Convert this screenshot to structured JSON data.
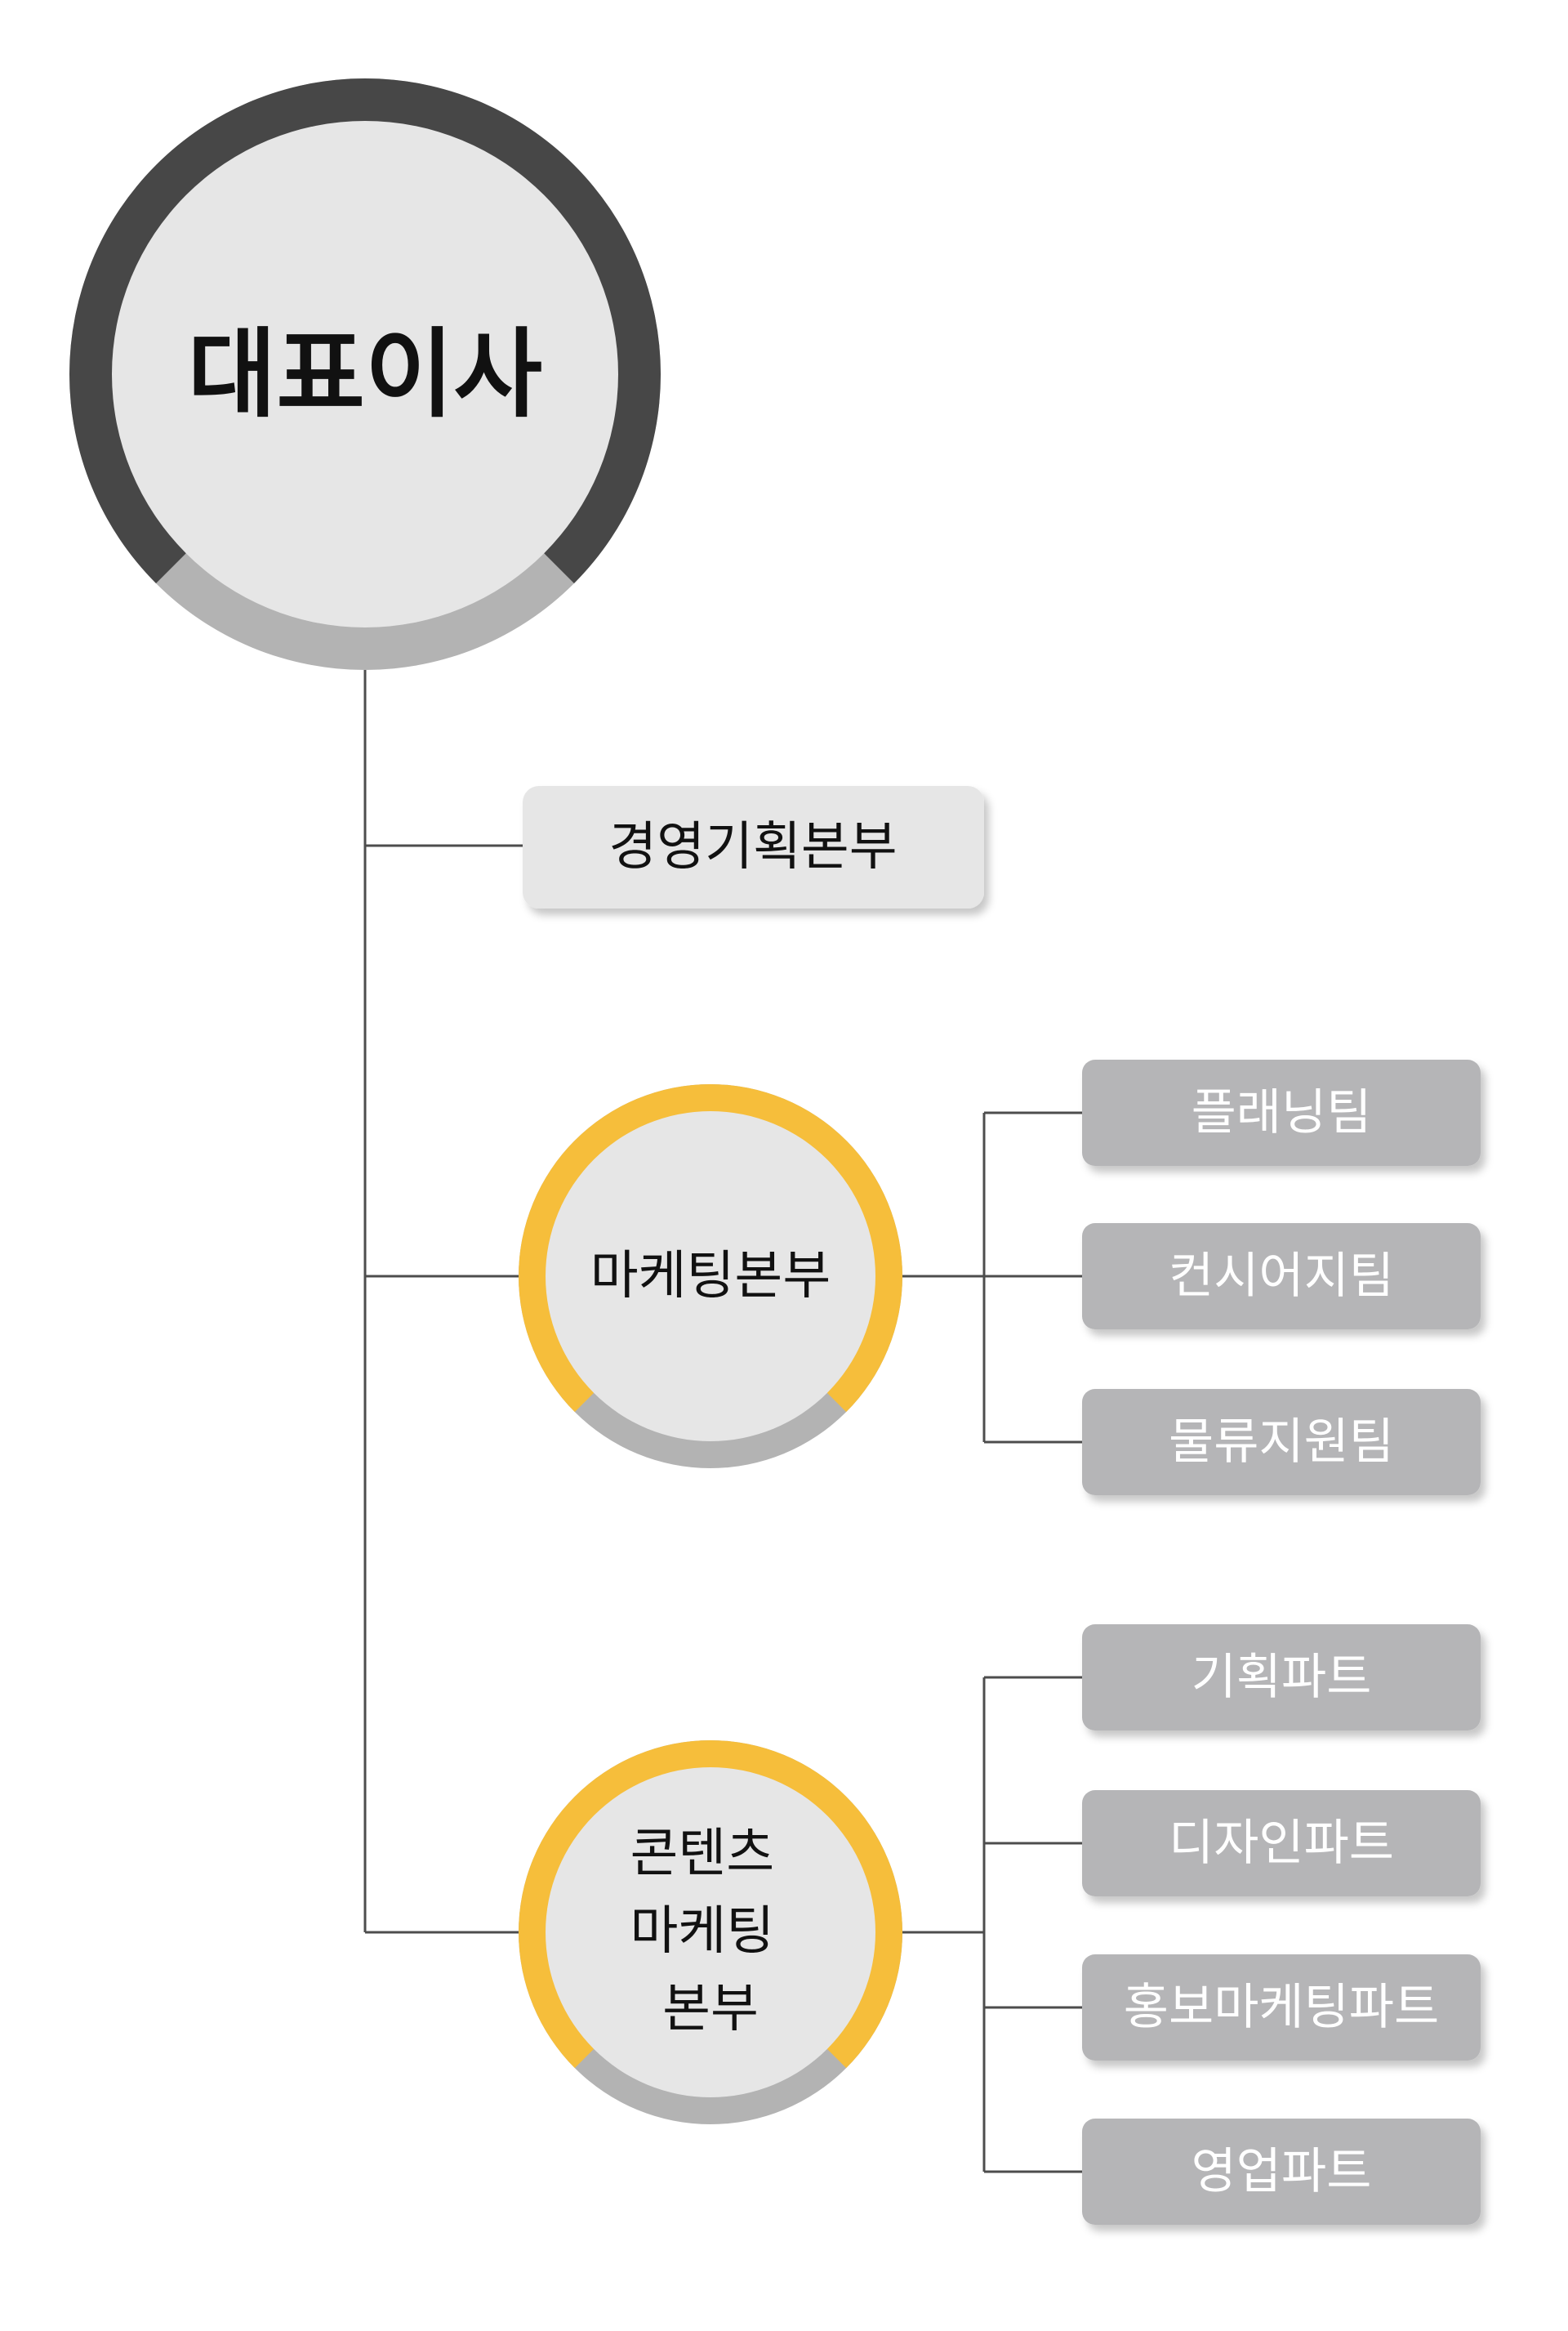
{
  "colors": {
    "ceo_ring": "#474747",
    "ceo_ring_bottom": "#b3b3b3",
    "division_ring": "#f6be3b",
    "division_ring_bottom": "#b3b3b3",
    "circle_fill": "#e6e6e6",
    "planning_box": "#e6e6e6",
    "team_box": "#b5b5b7",
    "line": "#4d4d4d"
  },
  "ceo": {
    "label": "대표이사"
  },
  "planning_division": {
    "label": "경영기획본부"
  },
  "marketing_division": {
    "label": "마케팅본부",
    "teams": [
      "플래닝팀",
      "컨시어지팀",
      "물류지원팀"
    ]
  },
  "content_division": {
    "label_lines": [
      "콘텐츠",
      "마케팅",
      "본부"
    ],
    "parts": [
      "기획파트",
      "디자인파트",
      "홍보마케팅파트",
      "영업파트"
    ]
  }
}
